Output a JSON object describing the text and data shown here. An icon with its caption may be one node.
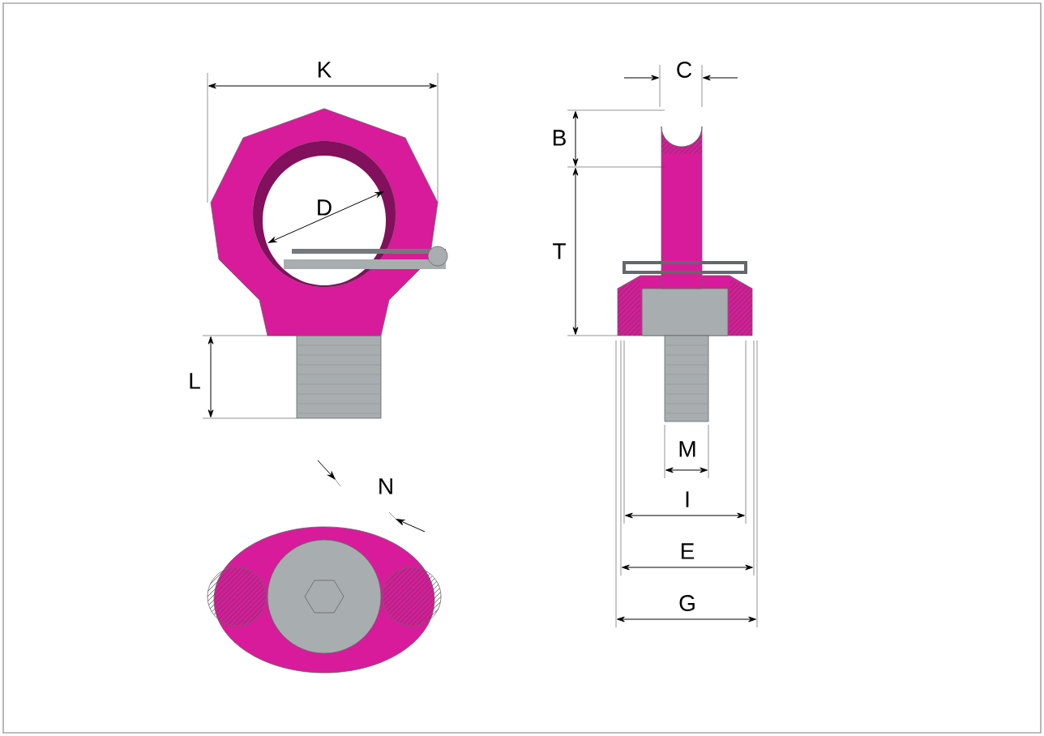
{
  "diagram": {
    "labels": [
      "K",
      "C",
      "B",
      "D",
      "T",
      "L",
      "M",
      "N",
      "I",
      "E",
      "G"
    ]
  }
}
